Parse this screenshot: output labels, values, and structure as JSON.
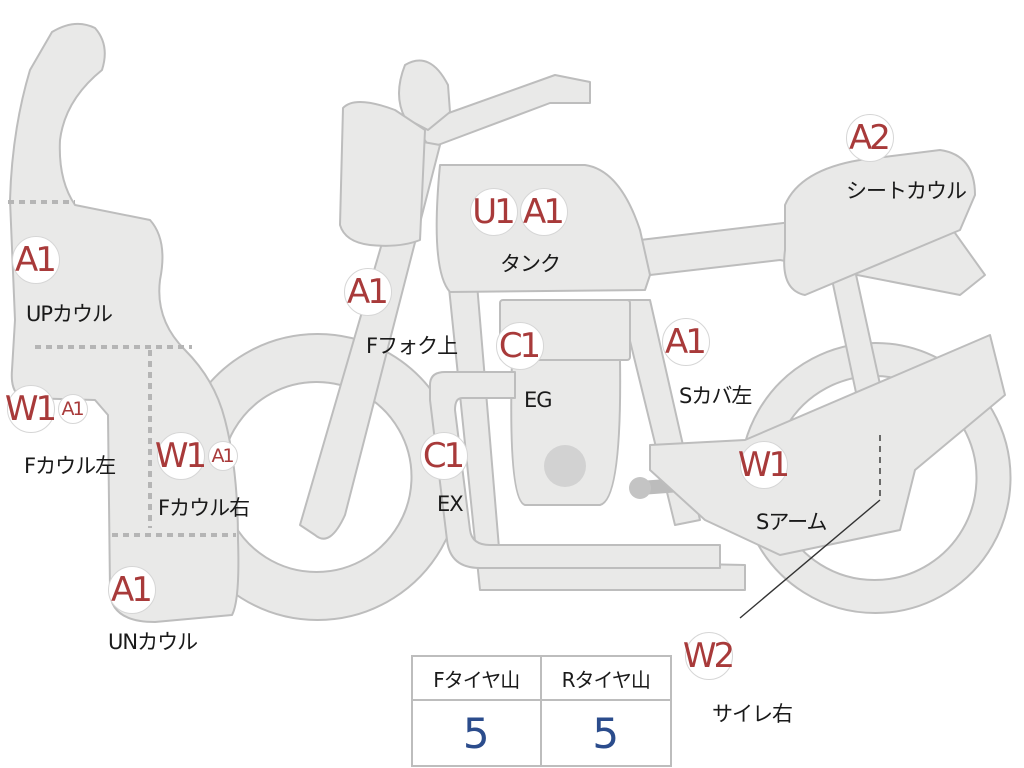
{
  "markers": {
    "up_cowl": {
      "codes": [
        "A1"
      ],
      "label": "UPカウル"
    },
    "f_cowl_left": {
      "codes": [
        "W1",
        "A1"
      ],
      "label": "Fカウル左"
    },
    "f_cowl_right": {
      "codes": [
        "W1",
        "A1"
      ],
      "label": "Fカウル右"
    },
    "un_cowl": {
      "codes": [
        "A1"
      ],
      "label": "UNカウル"
    },
    "f_fork_upper": {
      "codes": [
        "A1"
      ],
      "label": "Fフォク上"
    },
    "tank": {
      "codes": [
        "U1",
        "A1"
      ],
      "label": "タンク"
    },
    "engine": {
      "codes": [
        "C1"
      ],
      "label": "EG"
    },
    "exhaust": {
      "codes": [
        "C1"
      ],
      "label": "EX"
    },
    "side_cover_left": {
      "codes": [
        "A1"
      ],
      "label": "Sカバ左"
    },
    "seat_cowl": {
      "codes": [
        "A2"
      ],
      "label": "シートカウル"
    },
    "swing_arm": {
      "codes": [
        "W1"
      ],
      "label": "Sアーム"
    },
    "silencer_right": {
      "codes": [
        "W2"
      ],
      "label": "サイレ右"
    }
  },
  "tread": {
    "front_label": "Fタイヤ山",
    "rear_label": "Rタイヤ山",
    "front_value": "5",
    "rear_value": "5"
  },
  "colors": {
    "code_text": "#a83a3a",
    "tread_value": "#2b4c8c",
    "part_fill": "#e9e9e8",
    "part_stroke": "#bdbdbd"
  }
}
